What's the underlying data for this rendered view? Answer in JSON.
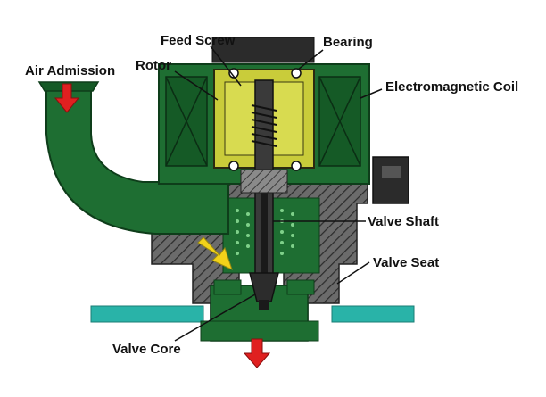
{
  "labels": {
    "feed_screw": "Feed Screw",
    "bearing": "Bearing",
    "rotor": "Rotor",
    "air_admission": "Air Admission",
    "electromagnetic_coil": "Electromagnetic Coil",
    "valve_shaft": "Valve Shaft",
    "valve_seat": "Valve Seat",
    "valve_core": "Valve Core"
  },
  "colors": {
    "housing_green": "#1e6e32",
    "dark_green": "#155a26",
    "coil_olive": "#c9cc3a",
    "gray_metal": "#6b6b6b",
    "mount_teal": "#29b3a8",
    "arrow_red": "#e02020",
    "arrow_yellow": "#f2d21a"
  }
}
